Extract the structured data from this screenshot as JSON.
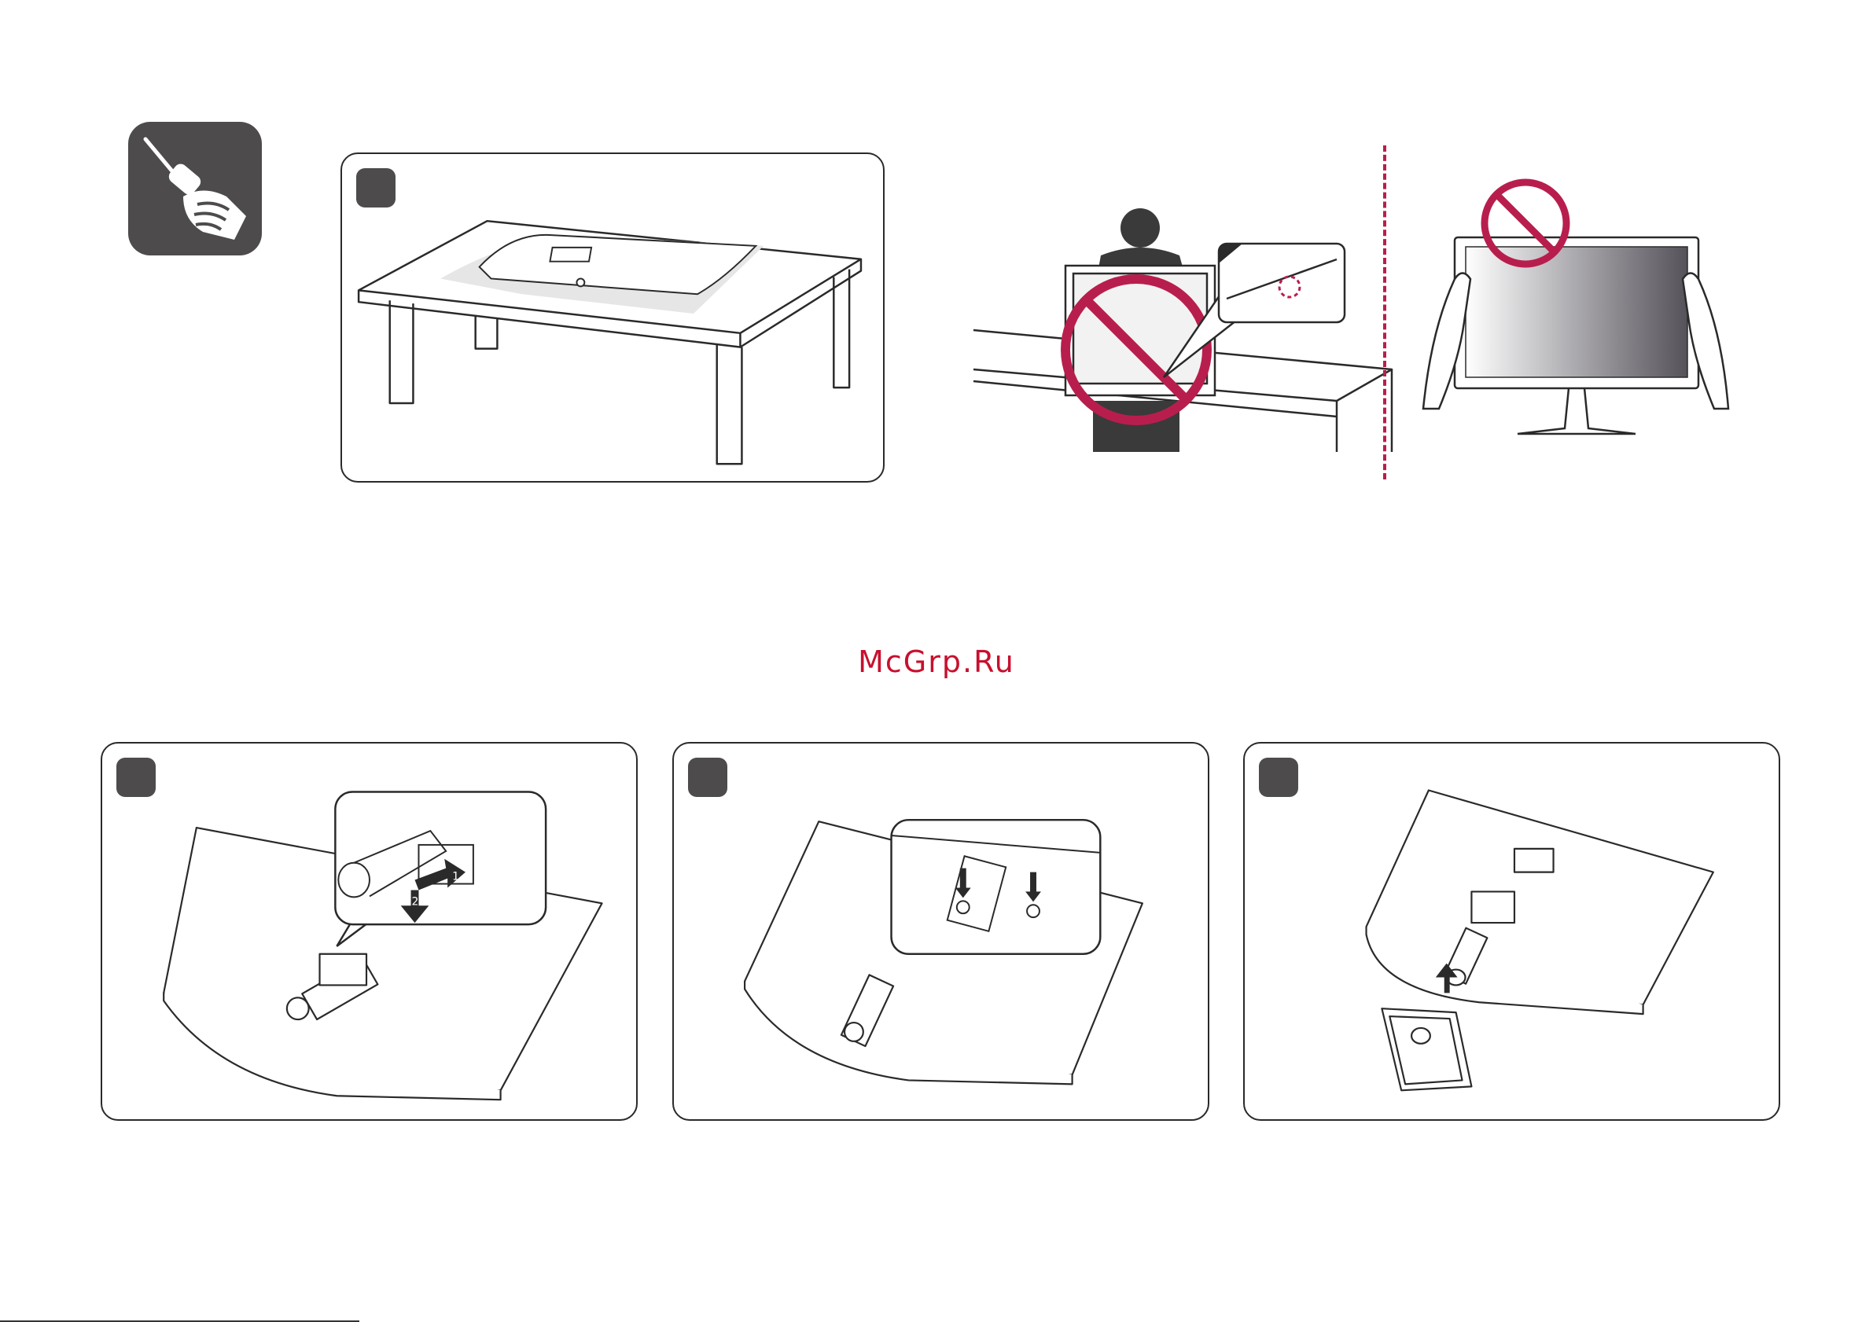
{
  "watermark": {
    "text": "McGrp.Ru"
  },
  "colors": {
    "badge": "#4d4b4c",
    "warning": "#b81e4d",
    "line": "#2a2a2a",
    "watermark": "#c8102e"
  },
  "icons": {
    "tool": "screwdriver-hand-icon",
    "prohibited_grip": "prohibition-icon",
    "prohibited_screen": "prohibition-icon"
  },
  "steps": [
    {
      "id": "step-1",
      "illustration": "monitor-face-down-on-table"
    },
    {
      "id": "step-2",
      "illustration": "attach-stand-arm",
      "callouts": [
        "1",
        "2"
      ]
    },
    {
      "id": "step-3",
      "illustration": "fasten-screws"
    },
    {
      "id": "step-4",
      "illustration": "attach-stand-base"
    }
  ]
}
